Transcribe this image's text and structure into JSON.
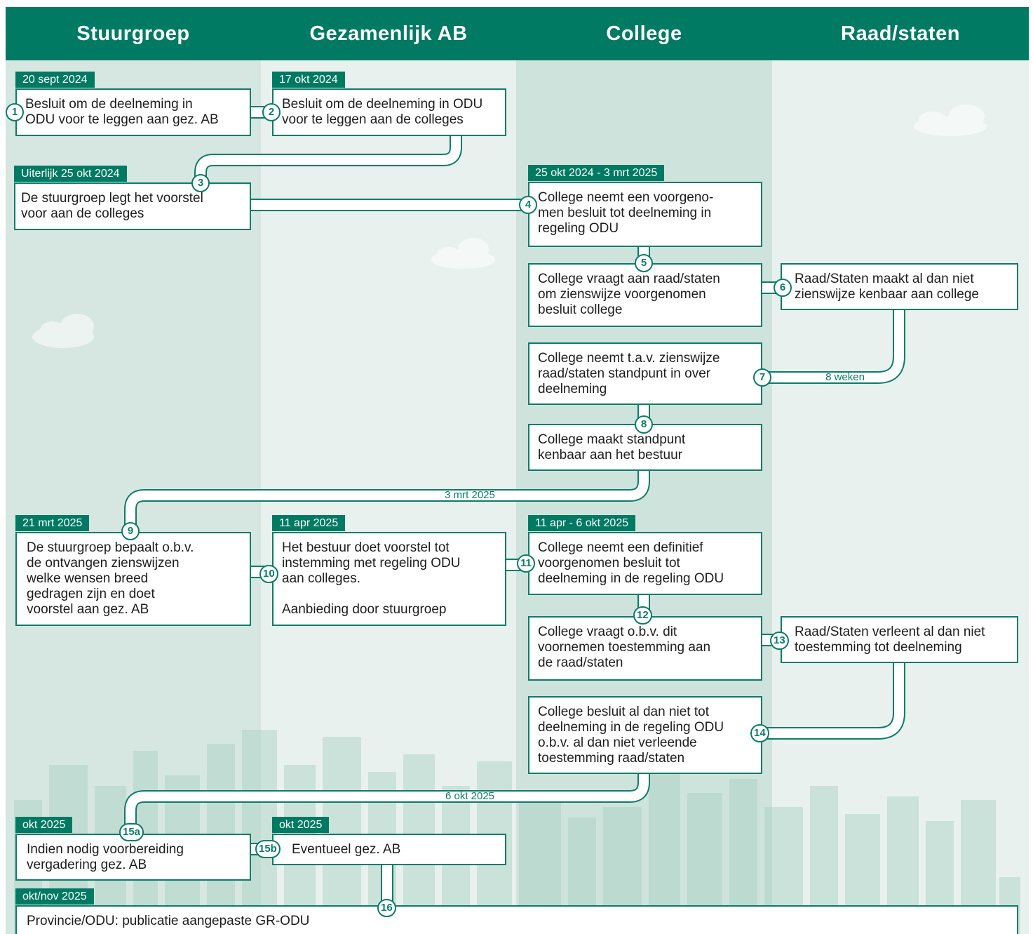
{
  "colors": {
    "brand_green": "#007a62",
    "lane_stuurgroep": "#d6e6e0",
    "lane_gezamenlijk": "#e8f1ee",
    "lane_college": "#cfe3dd",
    "lane_raad": "#e8f1ee"
  },
  "lanes": [
    "Stuurgroep",
    "Gezamenlijk AB",
    "College",
    "Raad/staten"
  ],
  "dates": {
    "d1": "20 sept 2024",
    "d2": "17 okt 2024",
    "d3": "Uiterlijk 25 okt 2024",
    "d4": "25 okt 2024 - 3 mrt 2025",
    "d9": "21 mrt 2025",
    "d10": "11 apr 2025",
    "d11": "11 apr - 6 okt 2025",
    "d15a": "okt 2025",
    "d15b": "okt 2025",
    "d16": "okt/nov 2025"
  },
  "steps": {
    "s1": "Besluit om de deelneming in\nODU voor te leggen aan gez. AB",
    "s2": "Besluit om de deelneming in ODU\nvoor te leggen aan de colleges",
    "s3": "De stuurgroep legt het voorstel\nvoor aan de colleges",
    "s4": "College neemt een voorgeno-\nmen besluit tot deelneming in\nregeling ODU",
    "s5": "College vraagt aan raad/staten\nom zienswijze voorgenomen\nbesluit college",
    "s6": "Raad/Staten maakt al dan niet\nzienswijze kenbaar aan college",
    "s7": "College neemt t.a.v. zienswijze\nraad/staten standpunt in over\ndeelneming",
    "s8": "College maakt standpunt\nkenbaar aan het bestuur",
    "s9": "De stuurgroep bepaalt o.b.v.\nde ontvangen zienswijzen\nwelke wensen breed\ngedragen zijn en doet\nvoorstel aan gez. AB",
    "s10": "Het bestuur doet voorstel tot\ninstemming met regeling ODU\naan colleges.\n\nAanbieding door stuurgroep",
    "s11": "College neemt een definitief\nvoorgenomen besluit tot\ndeelneming in de regeling ODU",
    "s12": "College vraagt o.b.v. dit\nvoornemen toestemming aan\nde raad/staten",
    "s13": "Raad/Staten verleent al dan niet\ntoestemming tot deelneming",
    "s14": "College besluit al dan niet tot\ndeelneming in de regeling ODU\no.b.v. al dan niet verleende\ntoestemming raad/staten",
    "s15a": "Indien nodig voorbereiding\nvergadering gez. AB",
    "s15b": "Eventueel gez. AB",
    "s16": "Provincie/ODU: publicatie aangepaste GR-ODU"
  },
  "badges": {
    "b1": "1",
    "b2": "2",
    "b3": "3",
    "b4": "4",
    "b5": "5",
    "b6": "6",
    "b7": "7",
    "b8": "8",
    "b9": "9",
    "b10": "10",
    "b11": "11",
    "b12": "12",
    "b13": "13",
    "b14": "14",
    "b15a": "15a",
    "b15b": "15b",
    "b16": "16"
  },
  "flow_labels": {
    "weeks": "8 weken",
    "mrt": "3 mrt 2025",
    "okt": "6 okt 2025"
  }
}
